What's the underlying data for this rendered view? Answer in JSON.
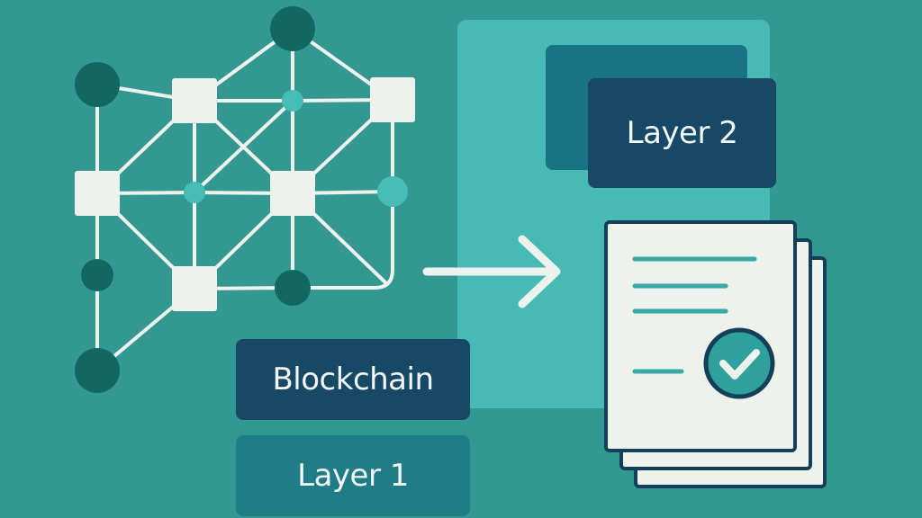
{
  "colors": {
    "background": "#349892",
    "panel": "#47bab5",
    "node_dark": "#136761",
    "node_mid": "#46bdb7",
    "node_light": "#eef2ec",
    "line": "#eef2ec",
    "box_dark": "#174866",
    "box_mid": "#1a7385",
    "box_mid_alt": "#207c86",
    "doc_fill": "#eef2ec",
    "doc_stroke": "#153f58",
    "doc_line": "#3aa8a4",
    "check_circle": "#2fa19d"
  },
  "labels": {
    "layer2": "Layer 2",
    "blockchain": "Blockchain",
    "layer1": "Layer 1"
  },
  "icons": {
    "network": "network-graph-icon",
    "arrow": "arrow-right-icon",
    "document": "verified-document-stack-icon",
    "check": "checkmark-circle-icon"
  }
}
